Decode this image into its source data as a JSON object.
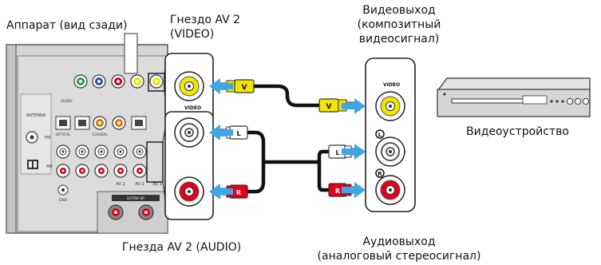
{
  "labels": {
    "device_rear": "Аппарат (вид сзади)",
    "av2_video_line1": "Гнездо AV 2",
    "av2_video_line2": "(VIDEO)",
    "video_out_line1": "Видеовыход",
    "video_out_line2": "(композитный",
    "video_out_line3": "видеосигнал)",
    "video_device": "Видеоустройство",
    "av2_audio": "Гнезда AV 2 (AUDIO)",
    "audio_out_line1": "Аудиовыход",
    "audio_out_line2": "(аналоговый стереосигнал)"
  },
  "jack_labels": {
    "left_video": "VIDEO",
    "right_video": "VIDEO",
    "left_channel": "L",
    "right_channel": "R"
  },
  "plug_tags": {
    "video": "V",
    "left": "L",
    "right": "R"
  },
  "panel_text": {
    "antenna": "ANTENNA",
    "fm": "FM",
    "am": "AM",
    "gnd": "GND",
    "optical": "OPTICAL",
    "coaxial": "COAXIAL",
    "audio": "AUDIO",
    "av1": "AV 1",
    "av2": "AV 2",
    "av3": "AV 3",
    "extra_sp": "EXTRA SP",
    "video": "VIDEO"
  },
  "colors": {
    "video_jack": "#f2e500",
    "white_jack": "#ffffff",
    "red_jack": "#e2001a",
    "arrow_blue": "#3ea6e6",
    "tag_yellow": "#f2e500",
    "tag_white": "#ffffff",
    "tag_red": "#e2001a",
    "panel_gray": "#d2d2d2"
  }
}
